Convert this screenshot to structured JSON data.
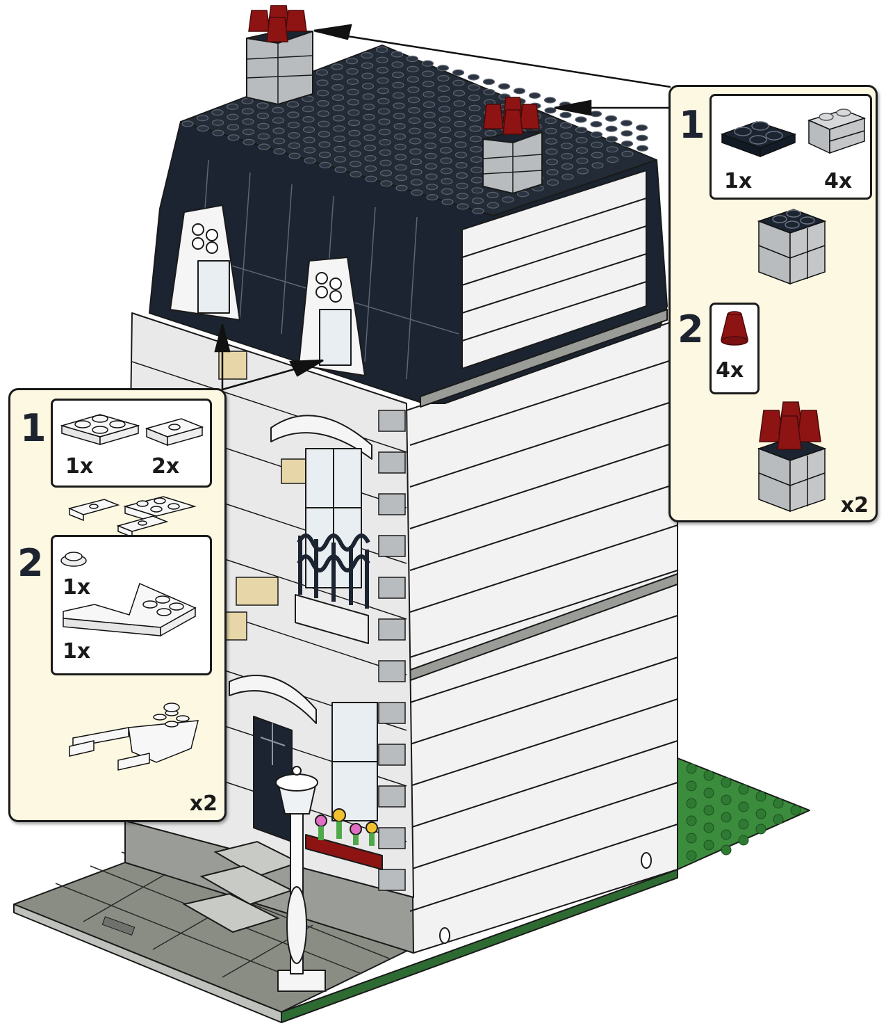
{
  "page": {
    "type": "building-instructions",
    "colors": {
      "background": "#ffffff",
      "callout_bg": "#fdf8e1",
      "roof_black": "#1b2430",
      "wall_white": "#f2f2f2",
      "brick_gray": "#b9bcbf",
      "dark_red": "#8e1414",
      "baseplate_green": "#3c8c3e",
      "tan": "#e6d6a8",
      "pavement_gray": "#8a8d84"
    }
  },
  "callout_right": {
    "target": "chimneys",
    "steps": [
      {
        "number": "1",
        "parts": [
          {
            "icon": "black-plate-2x2-icon",
            "qty": "1x"
          },
          {
            "icon": "gray-masonry-brick-1x2-icon",
            "qty": "4x"
          }
        ]
      },
      {
        "number": "2",
        "parts": [
          {
            "icon": "dark-red-cone-1x1-icon",
            "qty": "4x"
          }
        ]
      }
    ],
    "multiplier": "x2"
  },
  "callout_left": {
    "target": "dormer-window-supports",
    "steps": [
      {
        "number": "1",
        "parts": [
          {
            "icon": "white-plate-2x2-icon",
            "qty": "1x"
          },
          {
            "icon": "white-jumper-plate-1x2-icon",
            "qty": "2x"
          }
        ]
      },
      {
        "number": "2",
        "parts": [
          {
            "icon": "white-round-plate-1x1-icon",
            "qty": "1x"
          },
          {
            "icon": "white-wedge-plate-icon",
            "qty": "1x"
          }
        ]
      }
    ],
    "multiplier": "x2"
  }
}
